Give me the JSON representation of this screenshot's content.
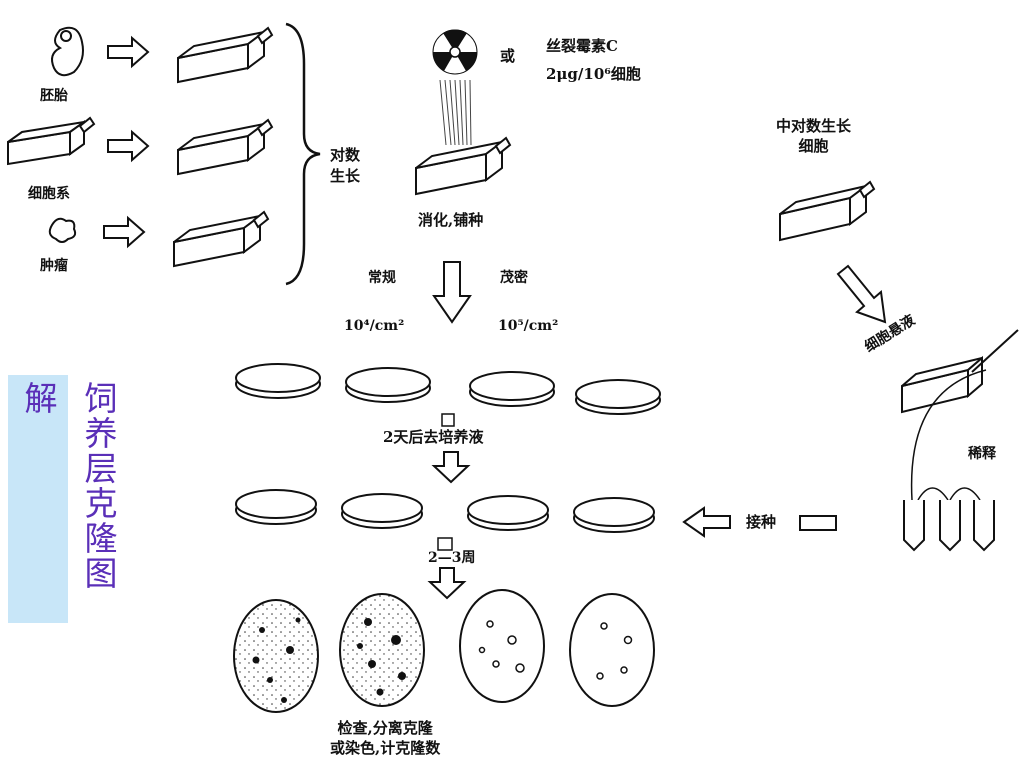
{
  "side_title": "饲养层克隆图解",
  "sources": [
    {
      "label": "胚胎",
      "icon": "embryo-icon"
    },
    {
      "label": "细胞系",
      "icon": "flask-icon"
    },
    {
      "label": "肿瘤",
      "icon": "tumor-icon"
    }
  ],
  "log_growth": "对数\n生长",
  "treatment": {
    "or": "或",
    "drug": "丝裂霉素C",
    "dose": "2μg/10⁶细胞"
  },
  "digest": "消化,铺种",
  "density": {
    "normal": "常规",
    "dense": "茂密",
    "normal_value": "10⁴/cm²",
    "dense_value": "10⁵/cm²"
  },
  "step_remove_medium": "2天后去培养液",
  "step_weeks": "2—3周",
  "result": "检查,分离克隆\n或染色,计克隆数",
  "right_panel": {
    "mid_log_cells": "中对数生长\n细胞",
    "suspension": "细胞悬液",
    "dilution": "稀释",
    "inoculate": "接种"
  }
}
